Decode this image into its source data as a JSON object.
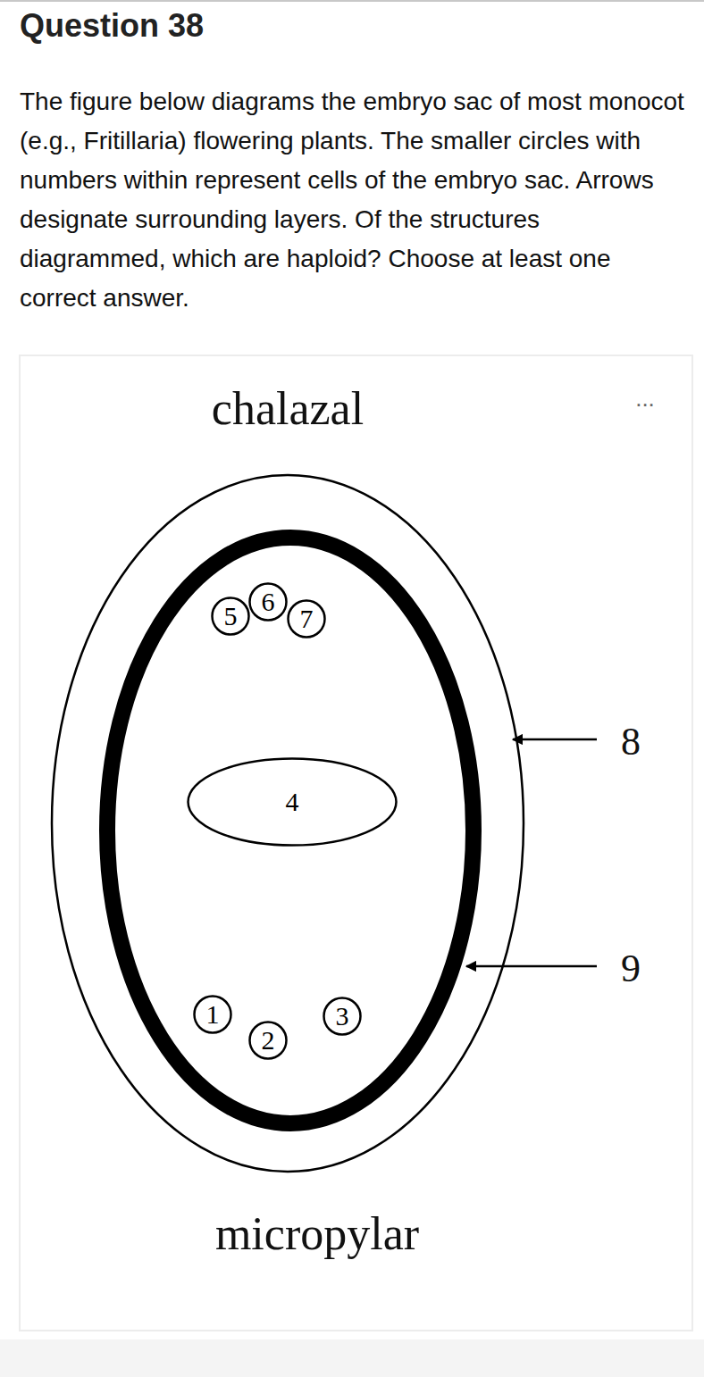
{
  "diagram": {
    "title": "Question 38",
    "nodes": [
      {
        "text": [
          "5"
        ]
      },
      {
        "text": [
          "6"
        ]
      },
      {
        "text": [
          "7"
        ]
      },
      {
        "text": [
          "4"
        ]
      },
      {
        "text": [
          "1"
        ]
      },
      {
        "text": [
          "2"
        ]
      },
      {
        "text": [
          "3"
        ]
      }
    ],
    "labels": [
      "The figure below diagrams the embryo sac of most monocot (e.g., Fritillaria) flowering plants. The smaller circles with numbers within represent cells of the embryo sac. Arrows designate surrounding layers. Of the structures diagrammed, which are haploid? Choose at least one correct answer.",
      "...",
      "chalazal",
      "8",
      "9",
      "micropylar"
    ]
  }
}
